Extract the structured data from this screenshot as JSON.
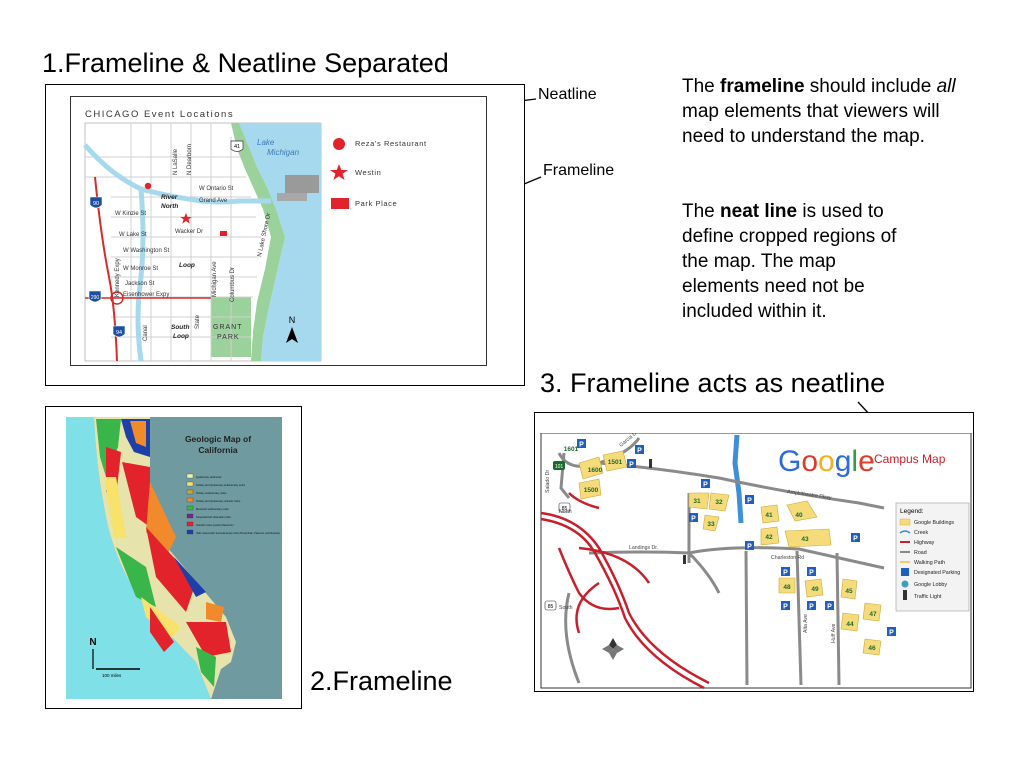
{
  "slide": {
    "title1": "1.Frameline & Neatline Separated",
    "title2": "2.Frameline",
    "title3": "3. Frameline acts as neatline",
    "label_neatline": "Neatline",
    "label_frameline": "Frameline",
    "para1": {
      "p1": "The ",
      "b1": "frameline",
      "p2": " should include ",
      "i1": "all",
      "p3": " map elements that viewers will need to understand the map."
    },
    "para2": {
      "p1": "The ",
      "b1": "neat line",
      "p2": " is used to define cropped regions of the map. The map elements need not be included within it."
    }
  },
  "chicago_map": {
    "title": "CHICAGO Event Locations",
    "lake": "Lake",
    "michigan": "Michigan",
    "river_north_1": "River",
    "river_north_2": "North",
    "loop": "Loop",
    "south_loop_1": "South",
    "south_loop_2": "Loop",
    "grant_park_1": "GRANT",
    "grant_park_2": "PARK",
    "streets": {
      "ontario": "W Ontario St",
      "grand": "Grand Ave",
      "kinzie": "W Kinzie St",
      "wacker": "Wacker Dr",
      "lake_st": "W Lake St",
      "washington": "W Washington St",
      "monroe": "W Monroe St",
      "jackson": "Jackson St",
      "eisenhower": "Eisenhower Expy",
      "lasalle": "N LaSalle",
      "dearborn": "N Dearborn",
      "lake_shore": "N Lake Shore Dr",
      "michigan_ave": "Michigan Ave",
      "columbus": "Columbus Dr",
      "state": "State",
      "kennedy": "Kennedy Expy",
      "canal": "Canal"
    },
    "shields": {
      "i90a": "90",
      "i290": "290",
      "i94": "94",
      "r41": "41"
    },
    "north": "N",
    "legend": {
      "reza": "Reza's Restaurant",
      "westin": "Westin",
      "park_place": "Park Place"
    }
  },
  "california_map": {
    "title1": "Geologic Map of",
    "title2": "California",
    "legend": [
      "Quaternary sediments",
      "Tertiary and Quaternary sedimentary rocks",
      "Tertiary sedimentary rocks",
      "Tertiary and Quaternary volcanic rocks",
      "Mesozoic sedimentary rocks",
      "Serpentinized ultramafic rocks",
      "Granitic rocks (mostly Mesozoic)",
      "Older metamorphic and sedimentary rocks (Precambrian, Paleozoic, and Mesozoic)"
    ],
    "legend_colors": [
      "#f5f0a8",
      "#f7e26b",
      "#c5a442",
      "#f08a2a",
      "#39b54a",
      "#6b2c91",
      "#e3232b",
      "#1f3fa8"
    ],
    "north": "N",
    "scale": "100 miles"
  },
  "google_map": {
    "title_google": "Google",
    "title_campus": "Campus Map",
    "roads": {
      "garcia": "Garcia Dr.",
      "amphitheatre": "Amphitheatre Pkwy",
      "landings": "Landings Dr.",
      "charleston": "Charleston Rd",
      "alta": "Alta Ave",
      "huff": "Huff Ave",
      "salado": "Salado Dr",
      "north": "North",
      "south": "South"
    },
    "buildings": [
      "1600",
      "1601",
      "1500",
      "1501",
      "31",
      "32",
      "33",
      "41",
      "42",
      "40",
      "43",
      "48",
      "49",
      "45",
      "47",
      "44",
      "46"
    ],
    "shields": {
      "r101": "101",
      "r85a": "85",
      "r85b": "85"
    },
    "parking": "P",
    "legend": {
      "title": "Legend:",
      "items": [
        "Google Buildings",
        "Creek",
        "Highway",
        "Road",
        "Walking Path",
        "Designated Parking",
        "Google Lobby",
        "Traffic Light"
      ]
    }
  }
}
